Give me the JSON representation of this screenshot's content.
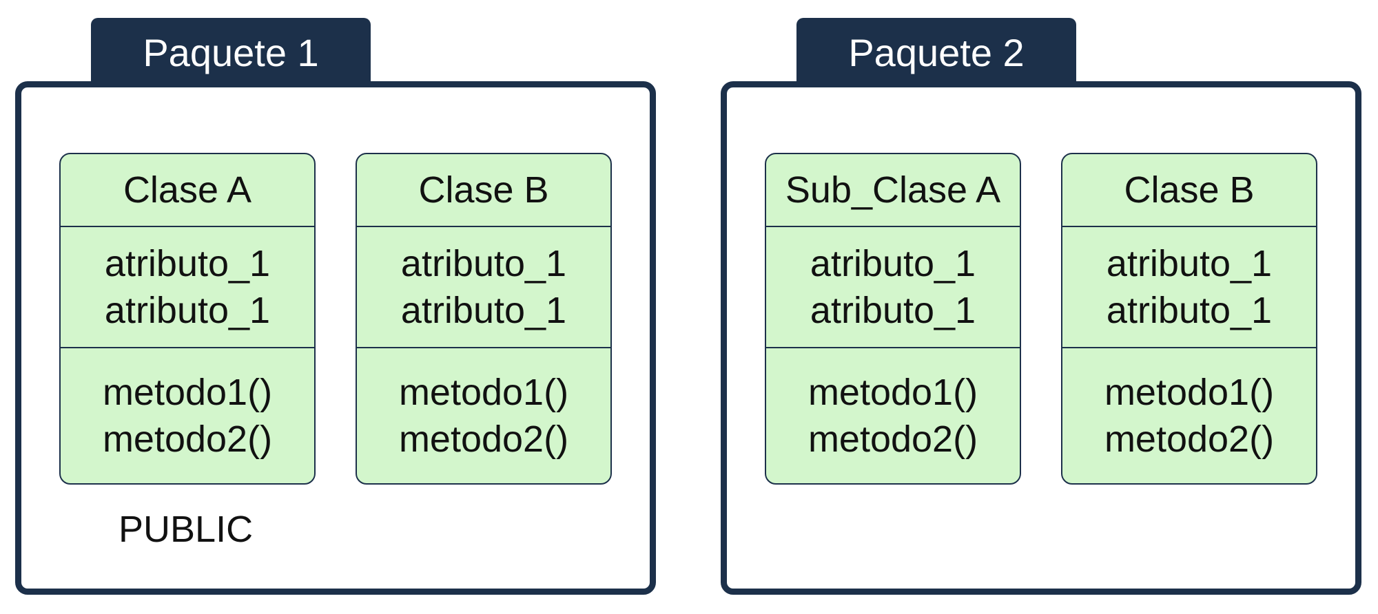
{
  "packages": [
    {
      "name": "Paquete 1",
      "classes": [
        {
          "name": "Clase A",
          "attributes": [
            "atributo_1",
            "atributo_1"
          ],
          "methods": [
            "metodo1()",
            "metodo2()"
          ]
        },
        {
          "name": "Clase B",
          "attributes": [
            "atributo_1",
            "atributo_1"
          ],
          "methods": [
            "metodo1()",
            "metodo2()"
          ]
        }
      ],
      "visibility_label": "PUBLIC"
    },
    {
      "name": "Paquete 2",
      "classes": [
        {
          "name": "Sub_Clase A",
          "attributes": [
            "atributo_1",
            "atributo_1"
          ],
          "methods": [
            "metodo1()",
            "metodo2()"
          ]
        },
        {
          "name": "Clase B",
          "attributes": [
            "atributo_1",
            "atributo_1"
          ],
          "methods": [
            "metodo1()",
            "metodo2()"
          ]
        }
      ]
    }
  ],
  "colors": {
    "package_border": "#1c304a",
    "package_tab": "#1c304a",
    "class_fill": "#d3f6cc",
    "tab_text": "#ffffff"
  }
}
